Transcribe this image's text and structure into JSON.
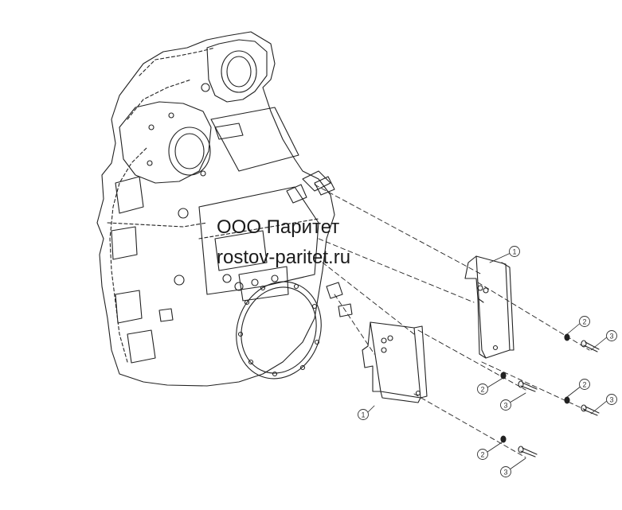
{
  "watermark": {
    "line1": "ООО Паритет",
    "line2": "rostov-paritet.ru"
  },
  "callouts": {
    "c1a": "1",
    "c1b": "1",
    "c2a": "2",
    "c2b": "2",
    "c2c": "2",
    "c2d": "2",
    "c3a": "3",
    "c3b": "3",
    "c3c": "3",
    "c3d": "3"
  },
  "colors": {
    "line": "#222222",
    "background": "#ffffff"
  }
}
